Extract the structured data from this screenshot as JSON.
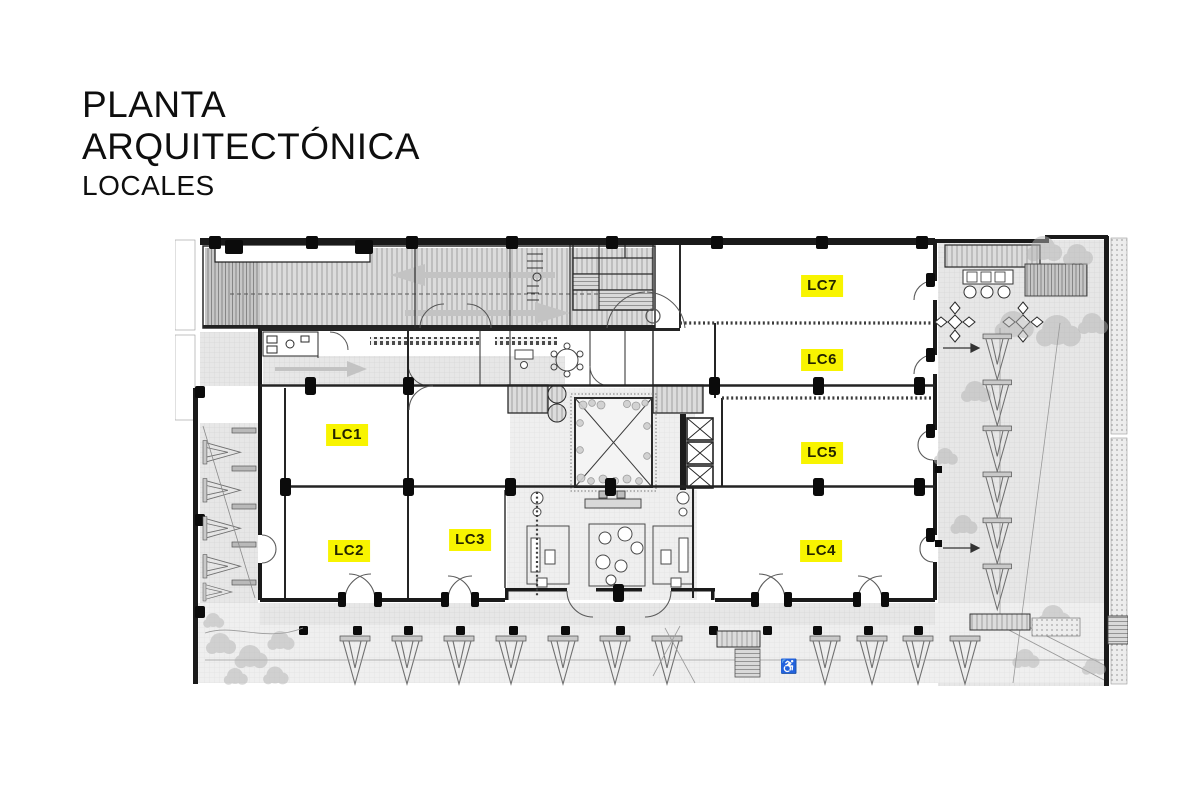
{
  "header": {
    "title_line1": "PLANTA",
    "title_line2": "ARQUITECTÓNICA",
    "subtitle": "LOCALES",
    "text_color": "#0e0e0e"
  },
  "plan": {
    "type": "architectural-floor-plan",
    "highlight_color": "#f8f400",
    "label_text_color": "#242400",
    "accessible_icon": "♿",
    "locales": [
      {
        "label": "LC1"
      },
      {
        "label": "LC2"
      },
      {
        "label": "LC3"
      },
      {
        "label": "LC4"
      },
      {
        "label": "LC5"
      },
      {
        "label": "LC6"
      },
      {
        "label": "LC7"
      }
    ]
  }
}
